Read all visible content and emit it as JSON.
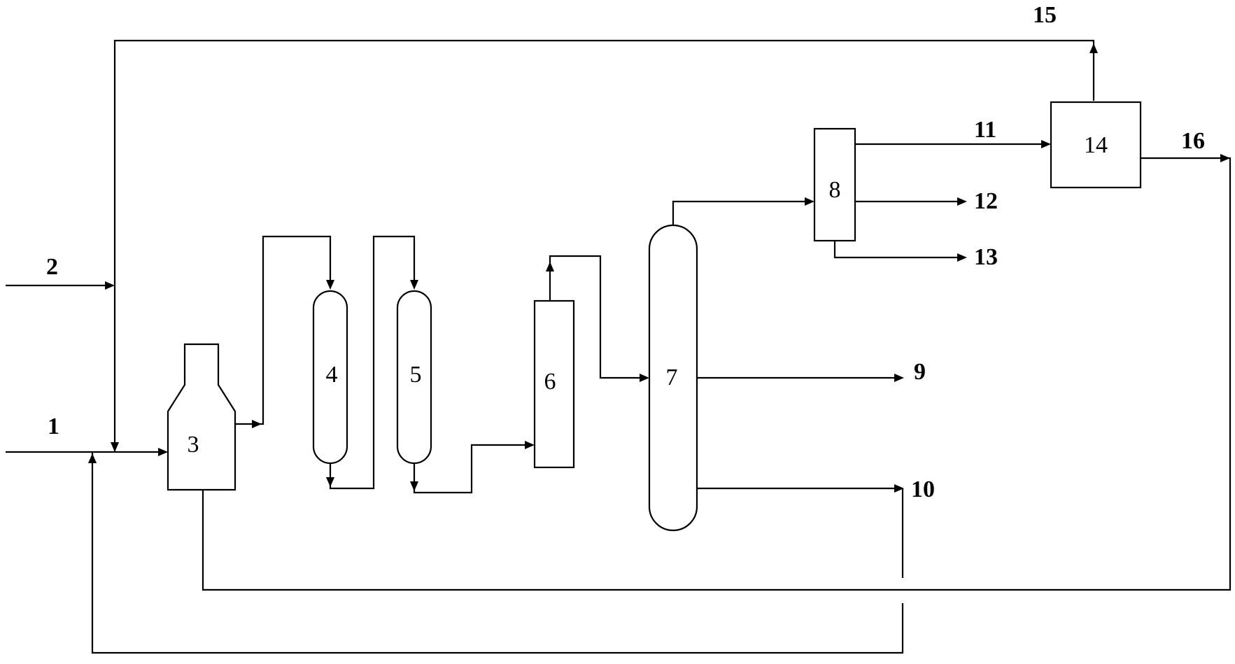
{
  "units": {
    "u3": "3",
    "u4": "4",
    "u5": "5",
    "u6": "6",
    "u7": "7",
    "u8": "8",
    "u14": "14"
  },
  "streams": {
    "s1": "1",
    "s2": "2",
    "s9": "9",
    "s10": "10",
    "s11": "11",
    "s12": "12",
    "s13": "13",
    "s15": "15",
    "s16": "16"
  }
}
